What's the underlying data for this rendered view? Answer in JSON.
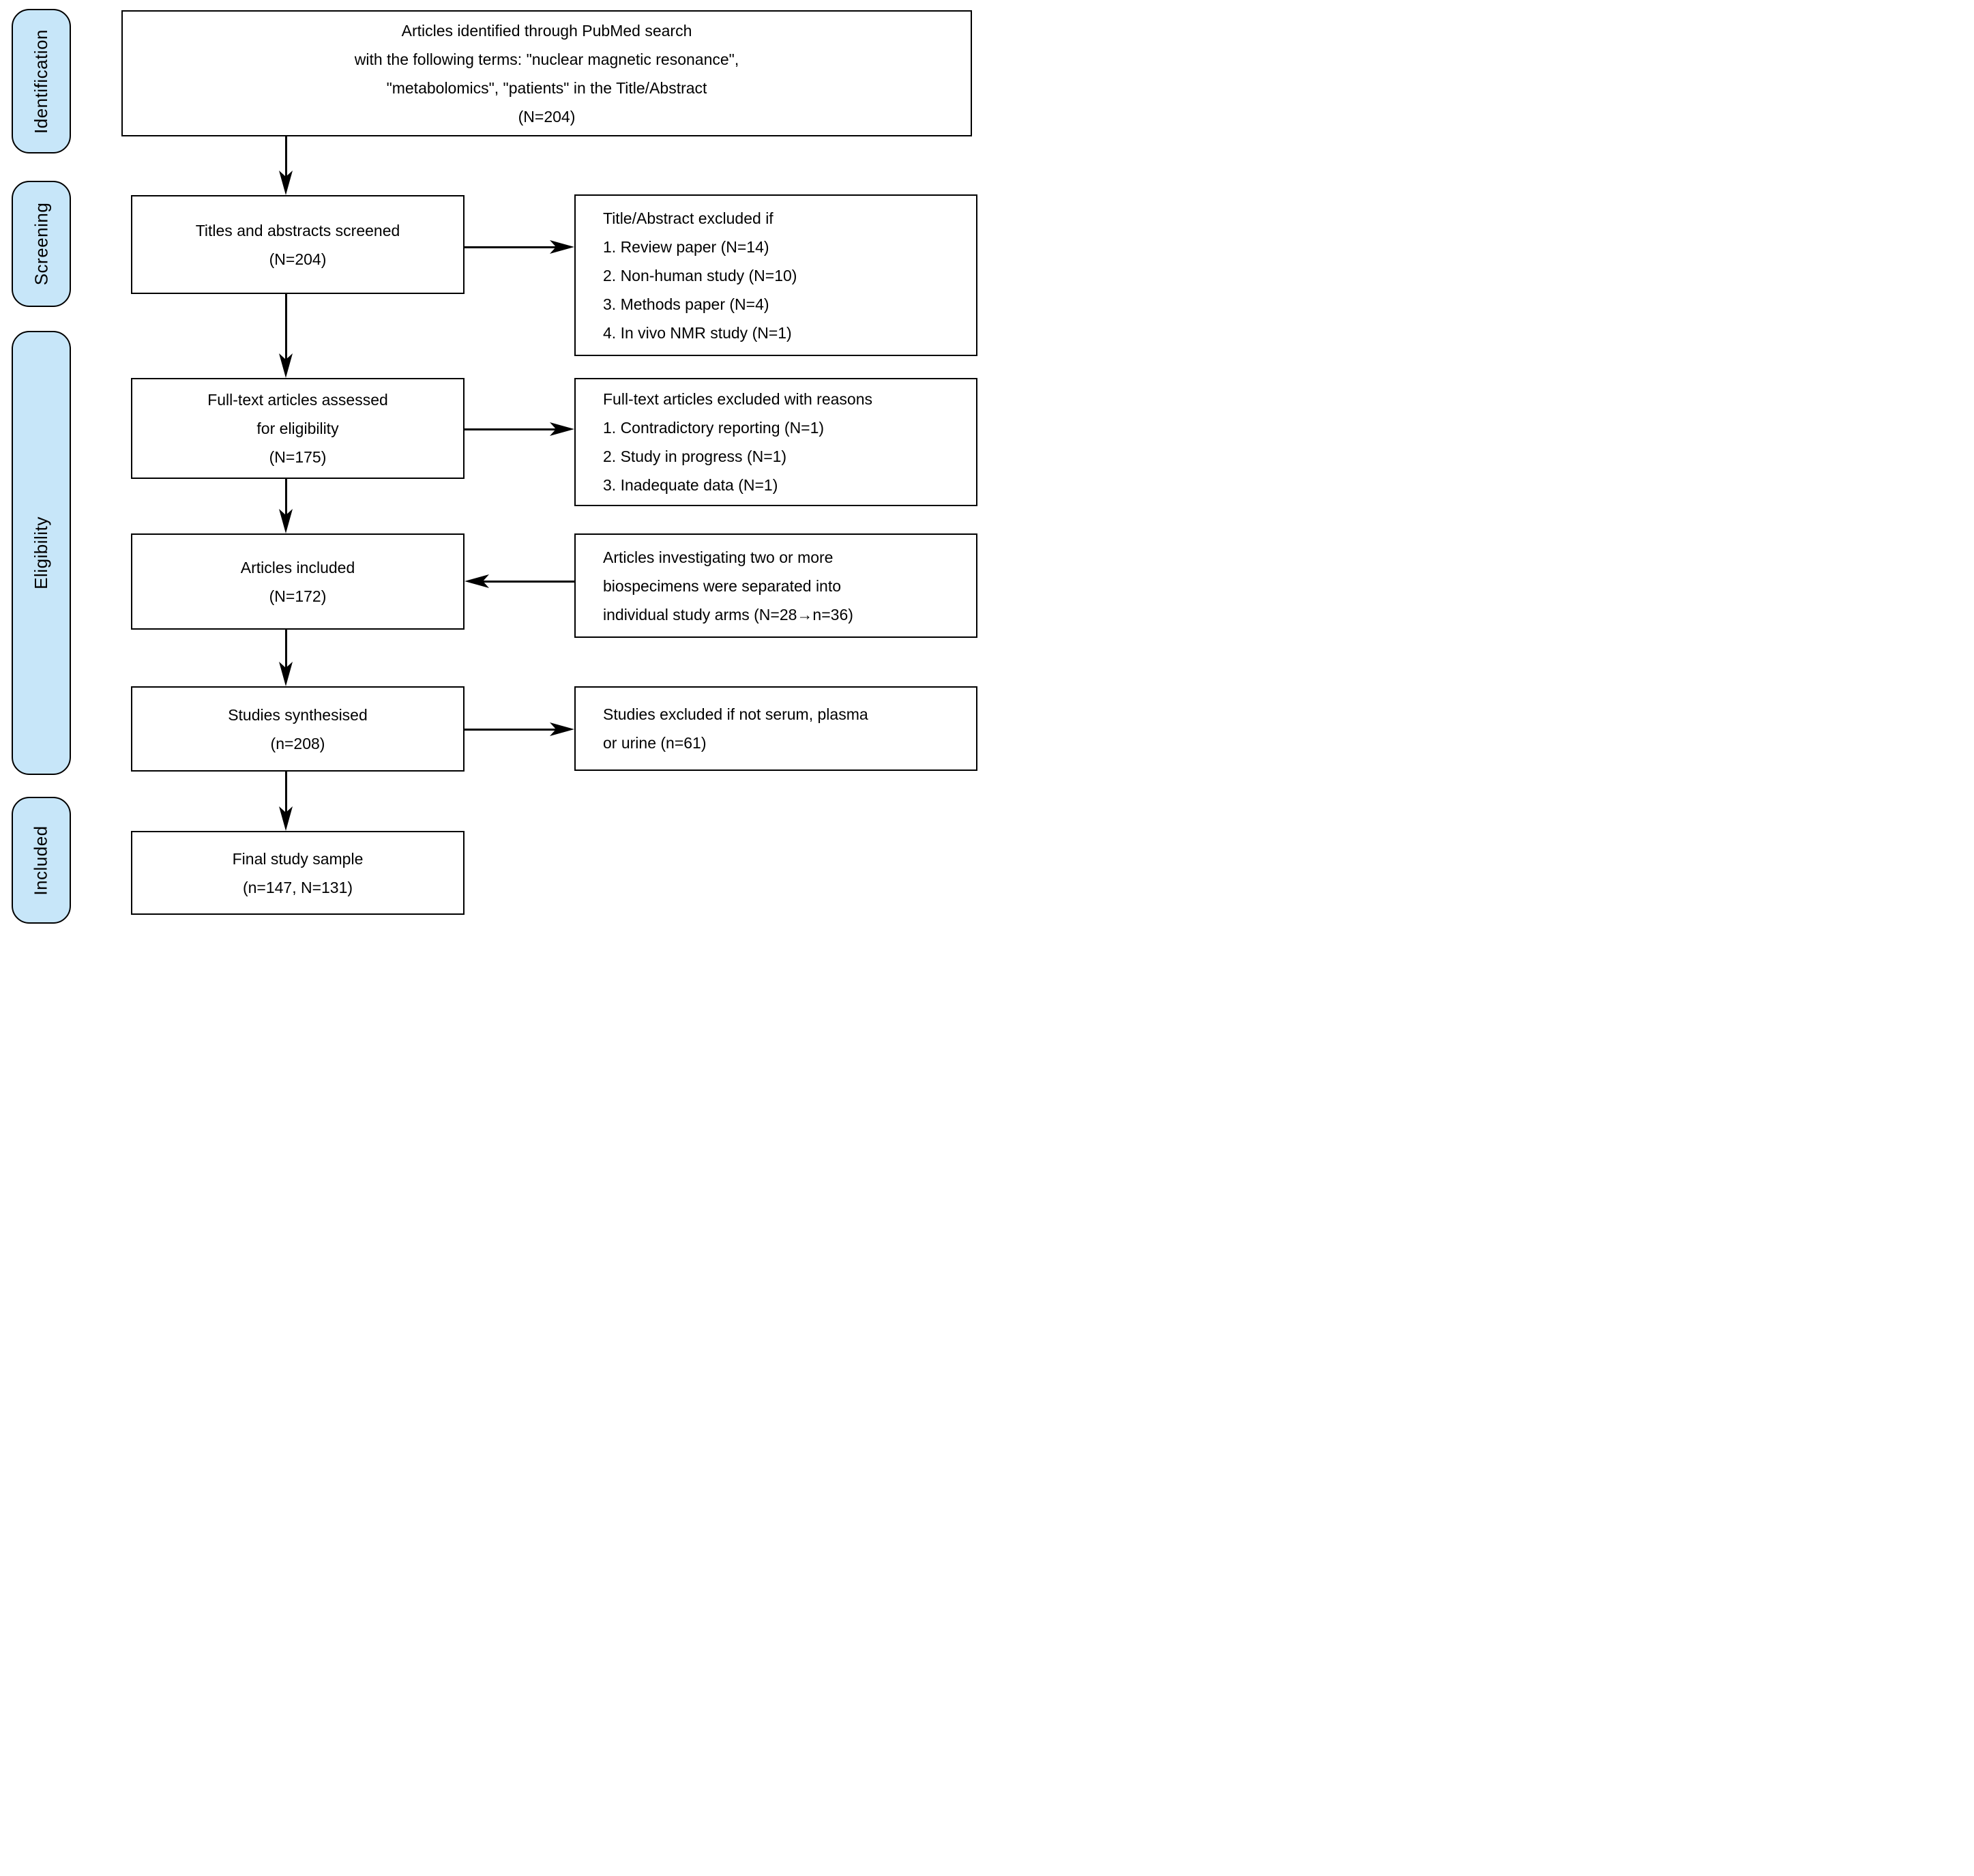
{
  "figure": {
    "type": "prisma-flow-diagram",
    "background": "#ffffff",
    "stage_fill": "#c7e6f9",
    "line_color": "#000000"
  },
  "stages": [
    {
      "label": "Identification"
    },
    {
      "label": "Screening"
    },
    {
      "label": "Eligibility"
    },
    {
      "label": "Included"
    }
  ],
  "flow": {
    "identified": {
      "lines": [
        "Articles identified through PubMed search",
        "with the following terms: \"nuclear magnetic resonance\",",
        "\"metabolomics\", \"patients\" in the Title/Abstract",
        "(N=204)"
      ]
    },
    "screened": {
      "lines": [
        "Titles and abstracts screened",
        "(N=204)"
      ]
    },
    "fulltext": {
      "lines": [
        "Full-text articles assessed",
        "for eligibility",
        "(N=175)"
      ]
    },
    "articles_included": {
      "lines": [
        "Articles included",
        "(N=172)"
      ]
    },
    "synthesised": {
      "lines": [
        "Studies synthesised",
        "(n=208)"
      ]
    },
    "final_sample": {
      "lines": [
        "Final study sample",
        "(n=147, N=131)"
      ]
    }
  },
  "side": {
    "screening_excluded": {
      "lines": [
        "Title/Abstract excluded if",
        "1. Review paper (N=14)",
        "2. Non-human study (N=10)",
        "3. Methods paper (N=4)",
        "4. In vivo NMR study (N=1)"
      ]
    },
    "fulltext_excluded": {
      "lines": [
        "Full-text articles excluded with reasons",
        "1. Contradictory reporting (N=1)",
        "2. Study in progress (N=1)",
        "3. Inadequate data (N=1)"
      ]
    },
    "biospecimens_separated": {
      "lines": [
        "Articles investigating two or more",
        "biospecimens were separated into",
        "individual study arms (N=28→n=36)"
      ]
    },
    "studies_excluded": {
      "lines": [
        "Studies excluded if not serum, plasma",
        "or urine (n=61)"
      ]
    }
  }
}
